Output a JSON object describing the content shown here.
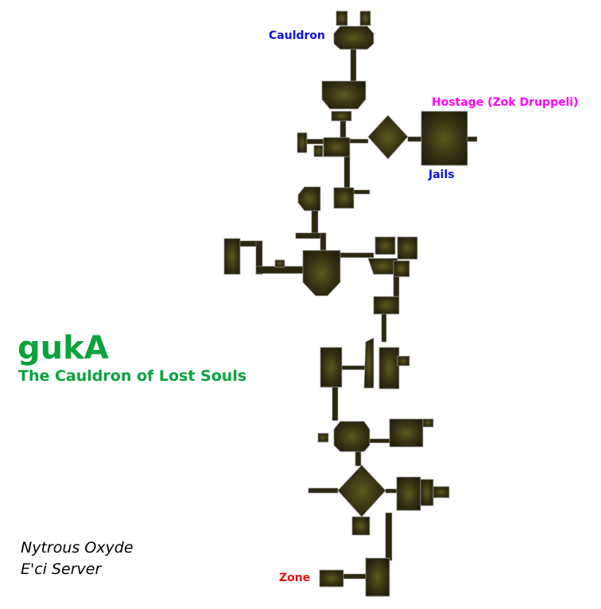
{
  "map": {
    "zone_code": "gukA",
    "zone_name": "The Cauldron of Lost Souls",
    "author": "Nytrous Oxyde",
    "server": "E'ci Server",
    "labels": {
      "cauldron": "Cauldron",
      "hostage": "Hostage (Zok Druppeli)",
      "jails": "Jails",
      "zone": "Zone"
    },
    "colors": {
      "title": "#0ba33c",
      "cauldron": "#1010e0",
      "hostage": "#ff00ff",
      "jails": "#1010e0",
      "zone": "#ee1111"
    }
  }
}
